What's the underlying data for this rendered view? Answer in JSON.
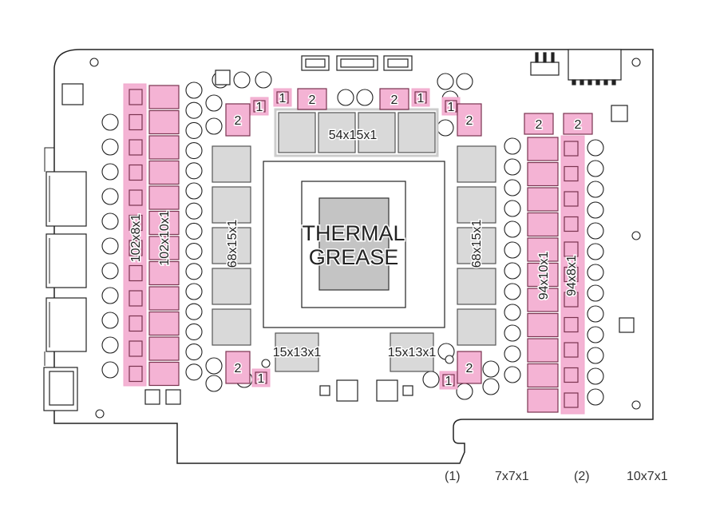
{
  "diagram": {
    "colors": {
      "pad_pink": "#f4b3d4",
      "pad_pink_stroke": "#7a3350",
      "pad_grey": "#d9d9d9",
      "pad_grey_stroke": "#555555",
      "die_grey": "#c4c4c4"
    },
    "labels": {
      "thermal_grease_line1": "THERMAL",
      "thermal_grease_line2": "GREASE",
      "pad_top_center": "54x15x1",
      "pad_left_vram": "68x15x1",
      "pad_right_vram": "68x15x1",
      "pad_bottom_left": "15x13x1",
      "pad_bottom_right": "15x13x1",
      "pad_left_strip_outer": "102x8x1",
      "pad_left_strip_inner": "102x10x1",
      "pad_right_strip_inner": "94x10x1",
      "pad_right_strip_outer": "94x8x1",
      "small_pad_1": "1",
      "small_pad_2": "2"
    },
    "legend": [
      {
        "key": "(1)",
        "value": "7x7x1"
      },
      {
        "key": "(2)",
        "value": "10x7x1"
      }
    ]
  }
}
